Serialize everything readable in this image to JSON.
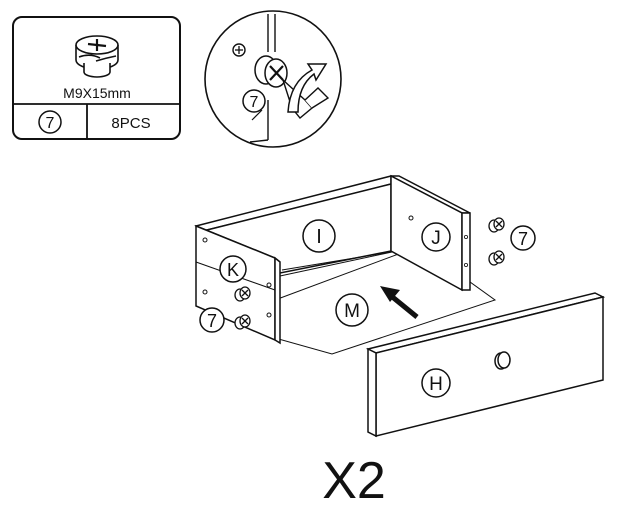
{
  "parts_box": {
    "size": "M9X15mm",
    "part_number": "7",
    "quantity": "8PCS"
  },
  "detail_view": {
    "part_number": "7"
  },
  "panel_labels": {
    "back": "I",
    "side_right": "J",
    "side_left": "K",
    "bottom": "M",
    "front": "H"
  },
  "callouts": {
    "right_fasteners": "7",
    "left_fasteners": "7"
  },
  "multiplier": "X2"
}
